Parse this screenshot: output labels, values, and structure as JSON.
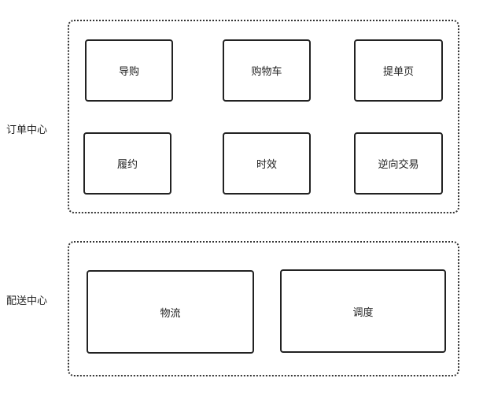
{
  "groups": [
    {
      "label": "订单中心",
      "nodes": [
        "导购",
        "购物车",
        "提单页",
        "履约",
        "时效",
        "逆向交易"
      ]
    },
    {
      "label": "配送中心",
      "nodes": [
        "物流",
        "调度"
      ]
    }
  ]
}
